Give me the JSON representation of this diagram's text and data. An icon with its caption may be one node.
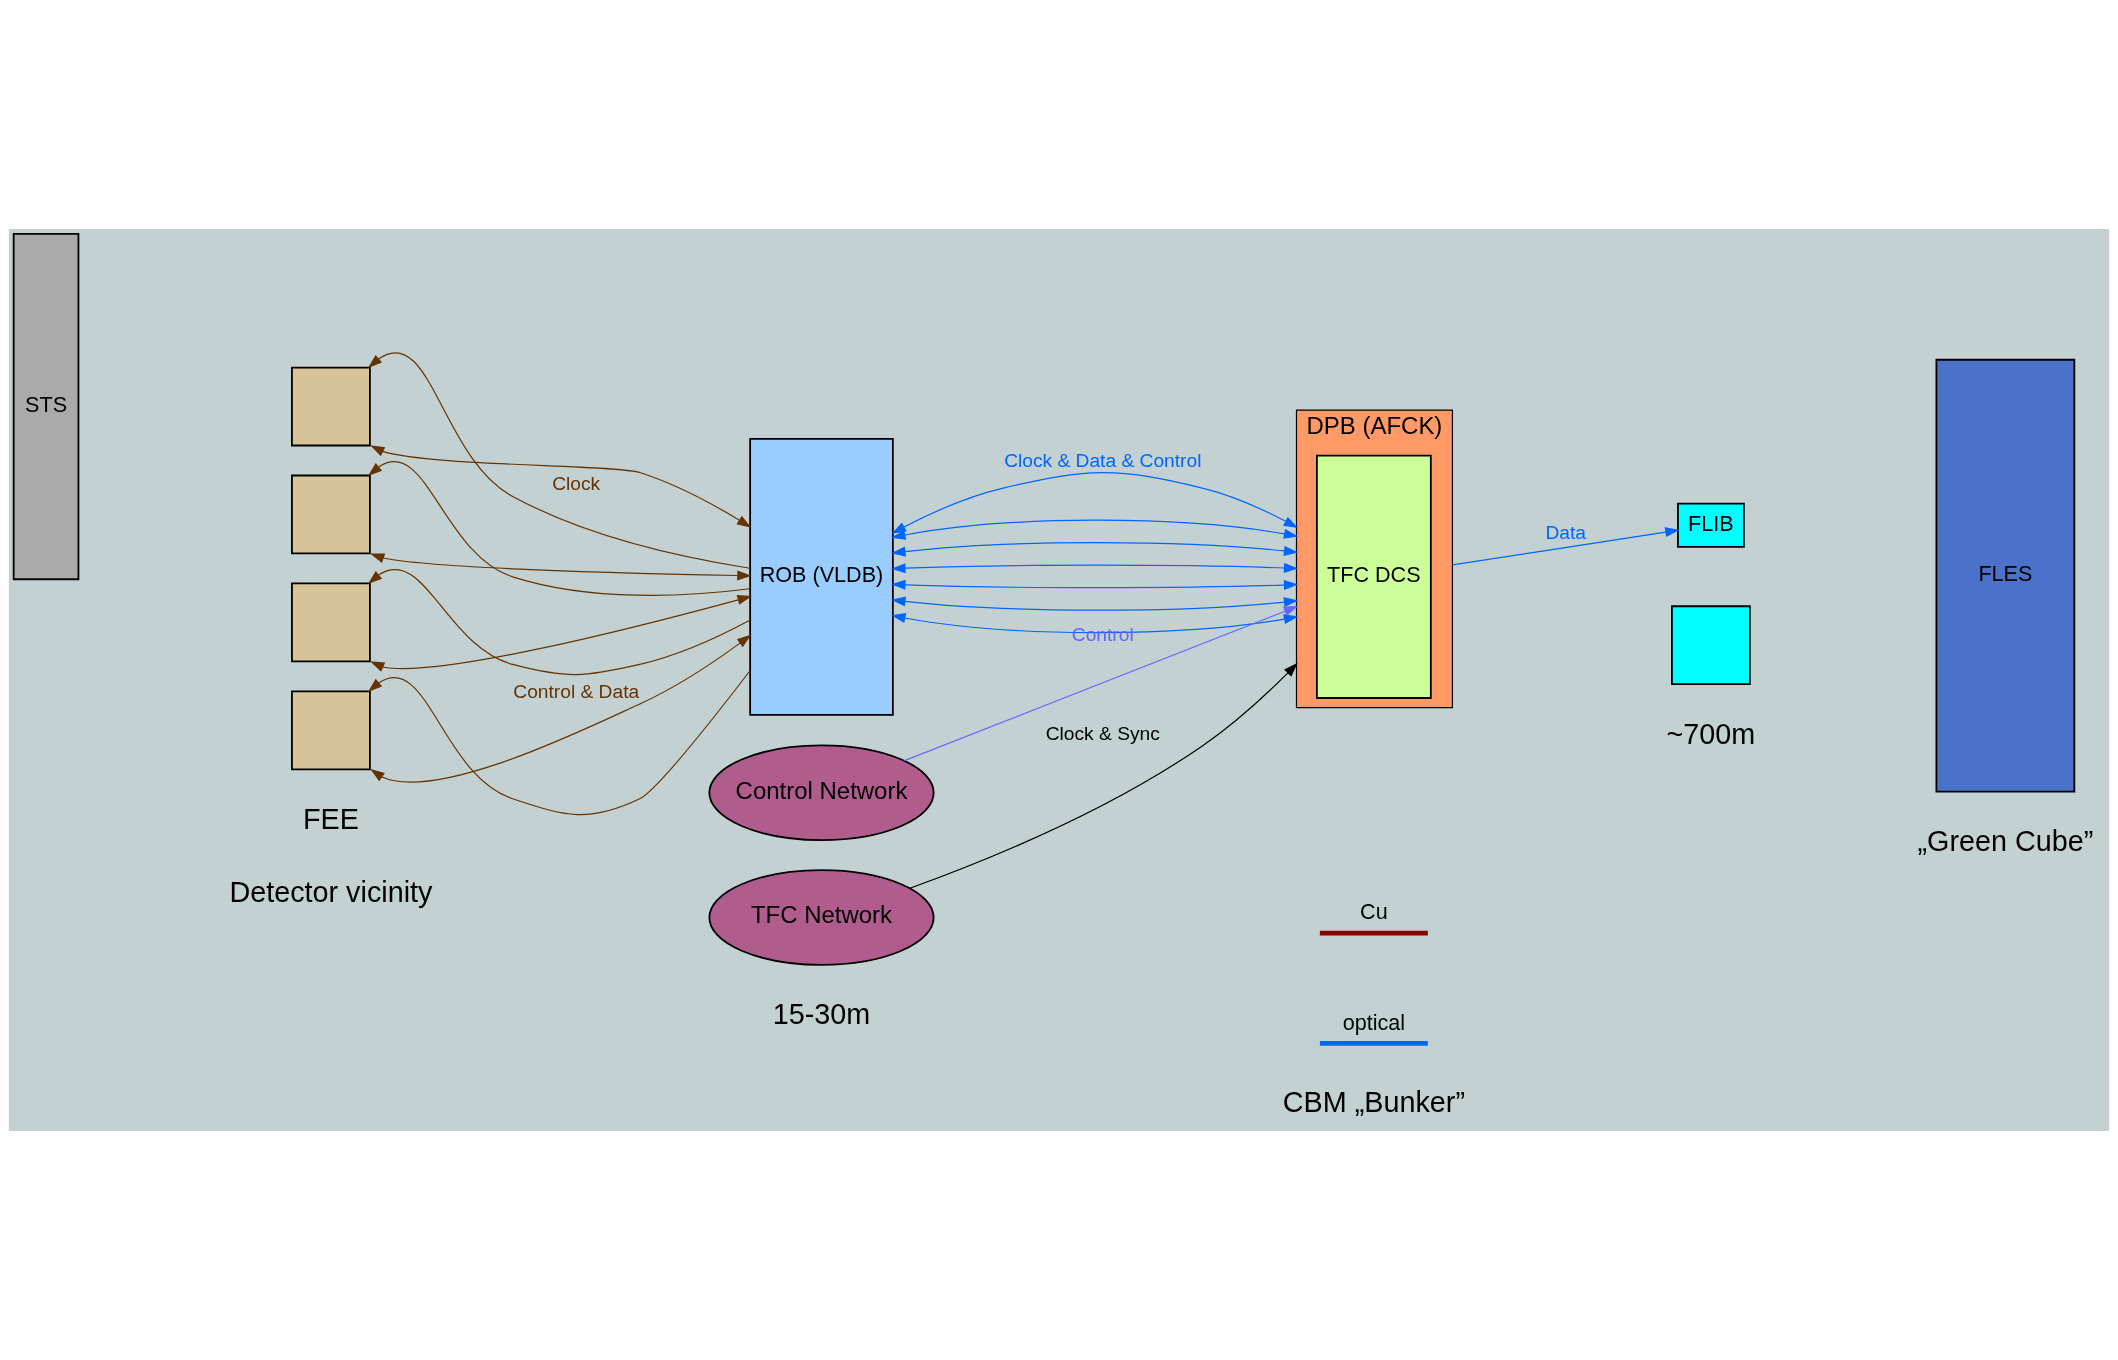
{
  "diagram": {
    "nodes": [
      {
        "text": [
          "STS"
        ]
      },
      {
        "text": [],
        "shape": "box"
      },
      {
        "text": [],
        "shape": "box"
      },
      {
        "text": [],
        "shape": "box"
      },
      {
        "text": [],
        "shape": "box"
      },
      {
        "text": [
          "ROB (VLDB)"
        ]
      },
      {
        "text": [
          "DPB (AFCK)"
        ]
      },
      {
        "text": [
          "TFC DCS"
        ],
        "in": 6
      },
      {
        "text": [
          "FLIB"
        ]
      },
      {
        "text": [],
        "shape": "box"
      },
      {
        "text": [
          "FLES"
        ]
      },
      {
        "text": [
          "Control Network"
        ]
      },
      {
        "text": [
          "TFC Network"
        ]
      }
    ],
    "edges": [
      {
        "from": 5,
        "to": 1,
        "arrow": "to",
        "label": "Clock",
        "color": "#663300"
      },
      {
        "from": 5,
        "to": 2,
        "arrow": "to",
        "color": "#663300"
      },
      {
        "from": 5,
        "to": 3,
        "arrow": "to",
        "color": "#663300"
      },
      {
        "from": 5,
        "to": 4,
        "arrow": "to",
        "color": "#663300"
      },
      {
        "from": 1,
        "to": 5,
        "arrow": "both",
        "color": "#663300"
      },
      {
        "from": 2,
        "to": 5,
        "arrow": "both",
        "color": "#663300"
      },
      {
        "from": 3,
        "to": 5,
        "arrow": "both",
        "color": "#663300"
      },
      {
        "from": 4,
        "to": 5,
        "arrow": "both",
        "label": "Control & Data",
        "color": "#663300"
      },
      {
        "from": 5,
        "to": 6,
        "arrow": "both",
        "label": "Clock & Data & Control",
        "color": "#0066ff"
      },
      {
        "from": 5,
        "to": 6,
        "arrow": "both",
        "color": "#0066ff"
      },
      {
        "from": 5,
        "to": 6,
        "arrow": "both",
        "color": "#0066ff"
      },
      {
        "from": 5,
        "to": 6,
        "arrow": "both",
        "color": "#0066ff"
      },
      {
        "from": 5,
        "to": 6,
        "arrow": "both",
        "color": "#0066ff"
      },
      {
        "from": 5,
        "to": 6,
        "arrow": "both",
        "color": "#0066ff"
      },
      {
        "from": 5,
        "to": 6,
        "arrow": "both",
        "color": "#0066ff"
      },
      {
        "from": 6,
        "to": 8,
        "arrow": "to",
        "label": "Data",
        "color": "#0066ff"
      },
      {
        "from": 11,
        "to": 6,
        "arrow": "to",
        "label": "Control",
        "color": "#6666ff"
      },
      {
        "from": 12,
        "to": 6,
        "arrow": "to",
        "label": "Clock & Sync",
        "color": "#000000"
      }
    ],
    "labels": [
      "Detector vicinity",
      "15-30m",
      "CBM „Bunker”",
      "~700m",
      "„Green Cube”",
      "FEE"
    ],
    "legend": [
      {
        "text": "Cu"
      },
      {
        "text": "optical"
      }
    ]
  }
}
